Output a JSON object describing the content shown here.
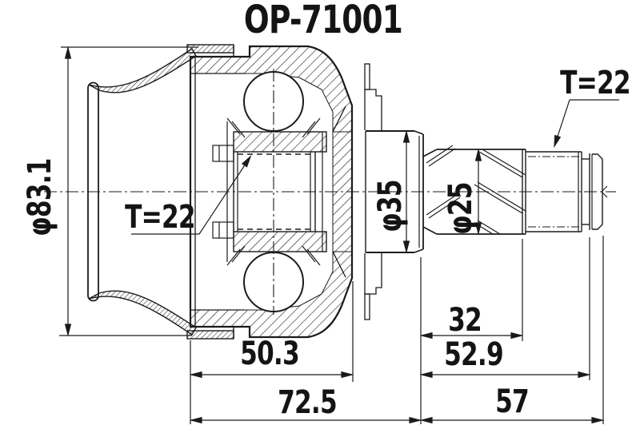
{
  "part_drawing": {
    "part_number": "OP-71001",
    "labels": {
      "outer_diameter": "φ83.1",
      "inner_spline_teeth": "T=22",
      "shaft_spline_teeth": "T=22",
      "bearing_seat_diameter": "φ35",
      "shaft_diameter": "φ25"
    },
    "dimensions": {
      "housing_length": "50.3",
      "housing_overall_length": "72.5",
      "spline_section_length": "32",
      "shaft_mid_length": "52.9",
      "shaft_overall_length": "57"
    },
    "colors": {
      "line": "#1b1b1b",
      "background": "#ffffff"
    }
  }
}
